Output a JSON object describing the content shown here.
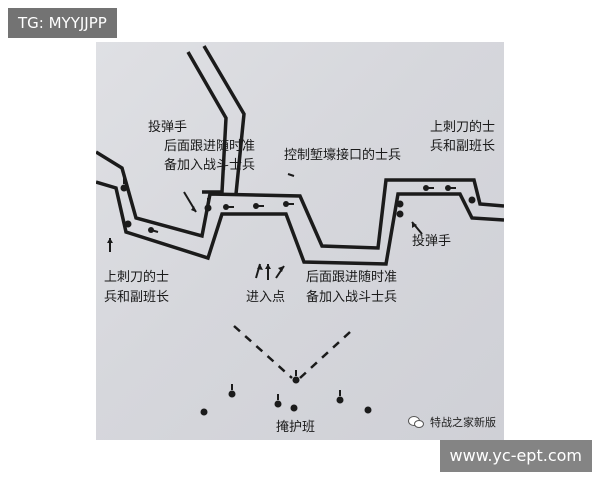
{
  "watermark_top": "TG: MYYJJPP",
  "watermark_bottom": "www.yc-ept.com",
  "wechat_label": "特战之家新版",
  "diagram": {
    "label_grenadier_left": "投弹手",
    "label_followers_top": [
      "后面跟进随时准",
      "备加入战斗士兵"
    ],
    "label_control": "控制堑壕接口的士兵",
    "label_bayonet_right": [
      "上刺刀的士",
      "兵和副班长"
    ],
    "label_bayonet_left": [
      "上刺刀的士",
      "兵和副班长"
    ],
    "label_entry": "进入点",
    "label_followers_bottom": [
      "后面跟进随时准",
      "备加入战斗士兵"
    ],
    "label_grenadier_right": "投弹手",
    "label_cover": "掩护班"
  },
  "icons": [
    "wechat-icon"
  ]
}
